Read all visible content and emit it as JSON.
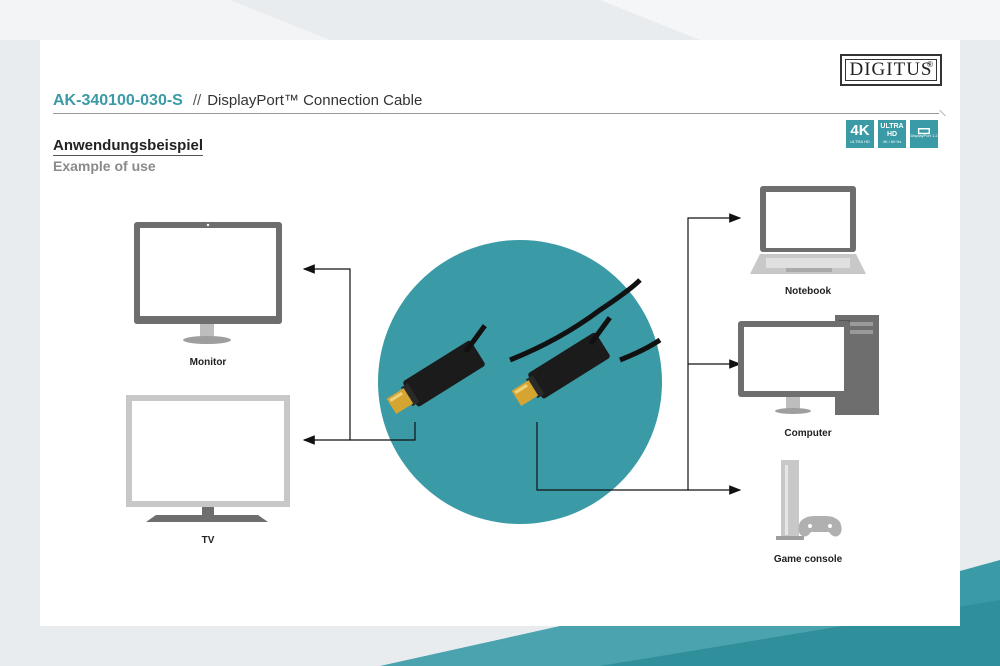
{
  "brand": {
    "logo_text": "DIGITUS",
    "reg_mark": "®"
  },
  "header": {
    "sku": "AK-340100-030-S",
    "separator": "//",
    "product_title": "DisplayPort™ Connection Cable"
  },
  "badges": [
    {
      "icon": "4k-icon",
      "main": "4K",
      "sub": "ULTRA HD"
    },
    {
      "icon": "ultra-hd-icon",
      "main": "ULTRA HD",
      "sub": "4K / 60 Hz"
    },
    {
      "icon": "displayport-icon",
      "main": "",
      "sub": "DisplayPort 1.2"
    }
  ],
  "section": {
    "title_de": "Anwendungsbeispiel",
    "title_en": "Example of use"
  },
  "devices": {
    "monitor": "Monitor",
    "tv": "TV",
    "notebook": "Notebook",
    "computer": "Computer",
    "game_console": "Game console"
  },
  "colors": {
    "accent": "#3a9aa6",
    "background": "#e9ecee",
    "card": "#ffffff",
    "device_dark": "#6e6e6e",
    "device_light": "#bdbdbd"
  }
}
